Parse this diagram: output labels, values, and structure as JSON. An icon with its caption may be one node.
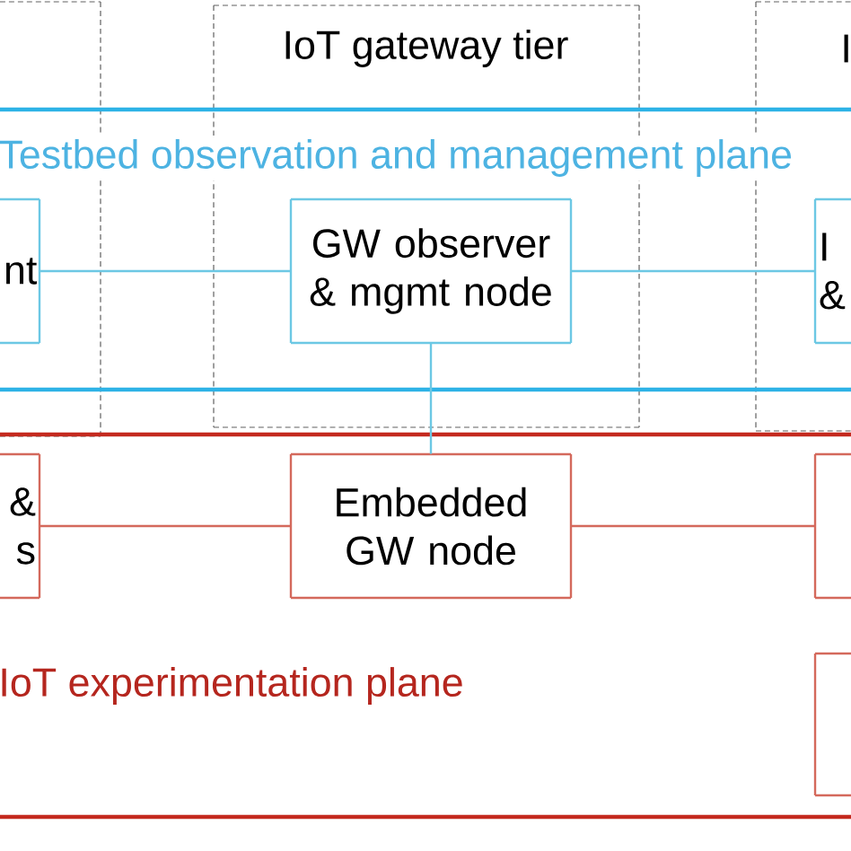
{
  "diagram": {
    "nodes": [
      {
        "text": [
          "nt"
        ]
      },
      {
        "text": [
          "GW observer & mgmt node"
        ]
      },
      {
        "text": [
          "I &"
        ]
      },
      {
        "text": [
          "& s"
        ]
      },
      {
        "text": [
          "Embedded GW node"
        ]
      },
      {
        "text": [],
        "shape": "box"
      },
      {
        "text": [],
        "shape": "box"
      }
    ],
    "edges": [
      {
        "from": 0,
        "to": 1,
        "arrow": "none"
      },
      {
        "from": 1,
        "to": 2,
        "arrow": "none"
      },
      {
        "from": 1,
        "to": 4,
        "arrow": "none"
      },
      {
        "from": 3,
        "to": 4,
        "arrow": "none",
        "color": "#d4695c"
      },
      {
        "from": 4,
        "to": 5,
        "arrow": "none",
        "color": "#d4695c"
      }
    ],
    "labels": [
      "IoT gateway tier",
      "I",
      "Testbed observation and management plane",
      "IoT experimentation plane"
    ]
  }
}
